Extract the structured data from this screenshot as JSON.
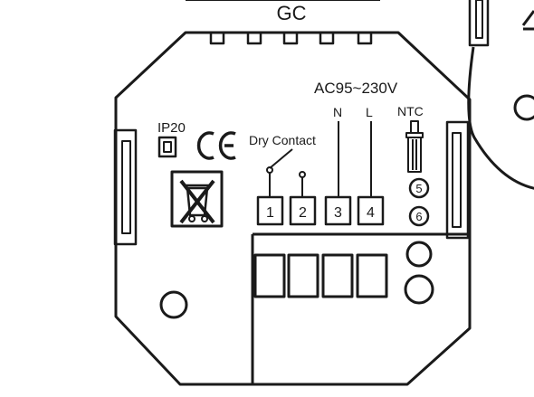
{
  "header": {
    "model_label": "GC"
  },
  "marks": {
    "ip_rating": "IP20",
    "ce_mark": "CE",
    "weee_icon": "crossed-out-wheelie-bin-icon"
  },
  "terminals": {
    "dry_contact_label": "Dry Contact",
    "power_label": "AC95~230V",
    "n_label": "N",
    "l_label": "L",
    "ntc_label": "NTC",
    "numbers": [
      "1",
      "2",
      "3",
      "4"
    ],
    "sensor_numbers": [
      "5",
      "6"
    ]
  },
  "colors": {
    "line": "#1a1a1a",
    "background": "#ffffff"
  }
}
